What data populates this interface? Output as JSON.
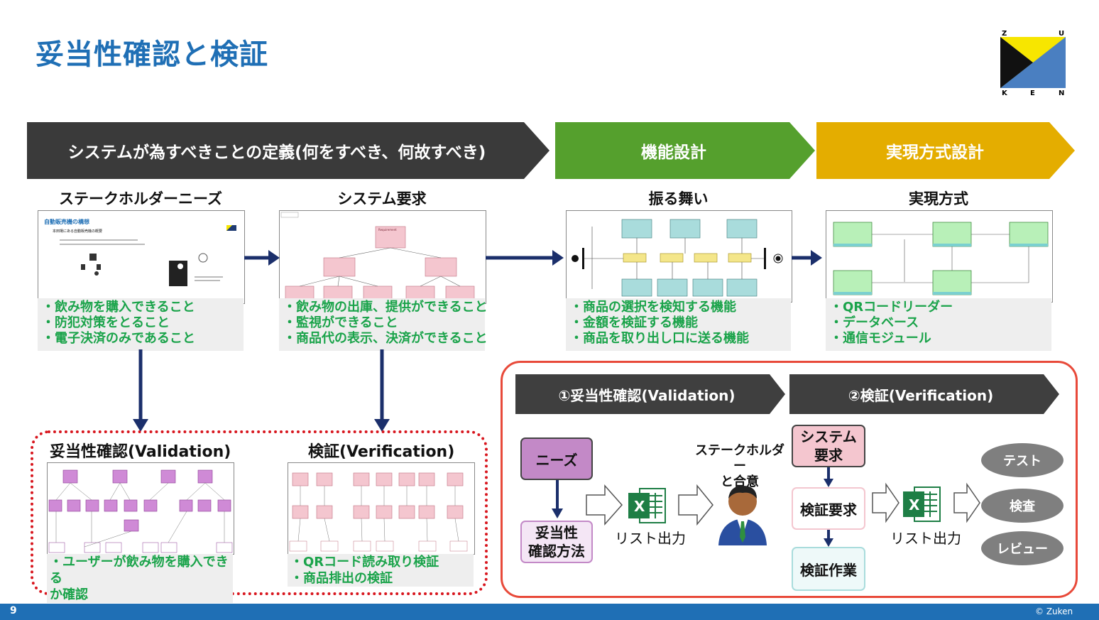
{
  "title": "妥当性確認と検証",
  "logo": {
    "letters": [
      "Z",
      "U",
      "K",
      "E",
      "N"
    ]
  },
  "stages": [
    {
      "label": "システムが為すべきことの定義(何をすべき、何故すべき)",
      "color": "#3a3a3a"
    },
    {
      "label": "機能設計",
      "color": "#55a02d"
    },
    {
      "label": "実現方式設計",
      "color": "#e4ad00"
    }
  ],
  "columns": [
    {
      "heading": "ステークホルダーニーズ",
      "items": [
        "・飲み物を購入できること",
        "・防犯対策をとること",
        "・電子決済のみであること"
      ]
    },
    {
      "heading": "システム要求",
      "items": [
        "・飲み物の出庫、提供ができること",
        "・監視ができること",
        "・商品代の表示、決済ができること"
      ]
    },
    {
      "heading": "振る舞い",
      "items": [
        "・商品の選択を検知する機能",
        "・金額を検証する機能",
        "・商品を取り出し口に送る機能"
      ]
    },
    {
      "heading": "実現方式",
      "items": [
        "・QRコードリーダー",
        "・データベース",
        "・通信モジュール"
      ]
    }
  ],
  "thumb_texts": {
    "vending_title": "自動販売機の構想",
    "vending_sub": "本田場にある自動販売機の概要",
    "requirement": "Requirement"
  },
  "left_box": {
    "validation_title": "妥当性確認(Validation)",
    "validation_text": [
      "・ユーザーが飲み物を購入できる",
      "か確認"
    ],
    "verification_title": "検証(Verification)",
    "verification_text": [
      "・QRコード読み取り検証",
      "・商品排出の検証"
    ]
  },
  "right_box": {
    "val_header": "①妥当性確認(Validation)",
    "ver_header": "②検証(Verification)",
    "needs": "ニーズ",
    "val_method": [
      "妥当性",
      "確認方法"
    ],
    "list_output": "リスト出力",
    "excel_letter": "X",
    "agreement": [
      "ステークホルダー",
      "と合意"
    ],
    "sys_req": [
      "システム",
      "要求"
    ],
    "verify_req": "検証要求",
    "verify_work": "検証作業",
    "ovals": [
      "テスト",
      "検査",
      "レビュー"
    ]
  },
  "footer": {
    "page": "9",
    "copyright": "© Zuken"
  },
  "colors": {
    "accent": "#1f6fb5",
    "needs": "#c389c7",
    "sysreq": "#f4c6cf",
    "red": "#e84a3a",
    "dots": "#d8161e"
  }
}
